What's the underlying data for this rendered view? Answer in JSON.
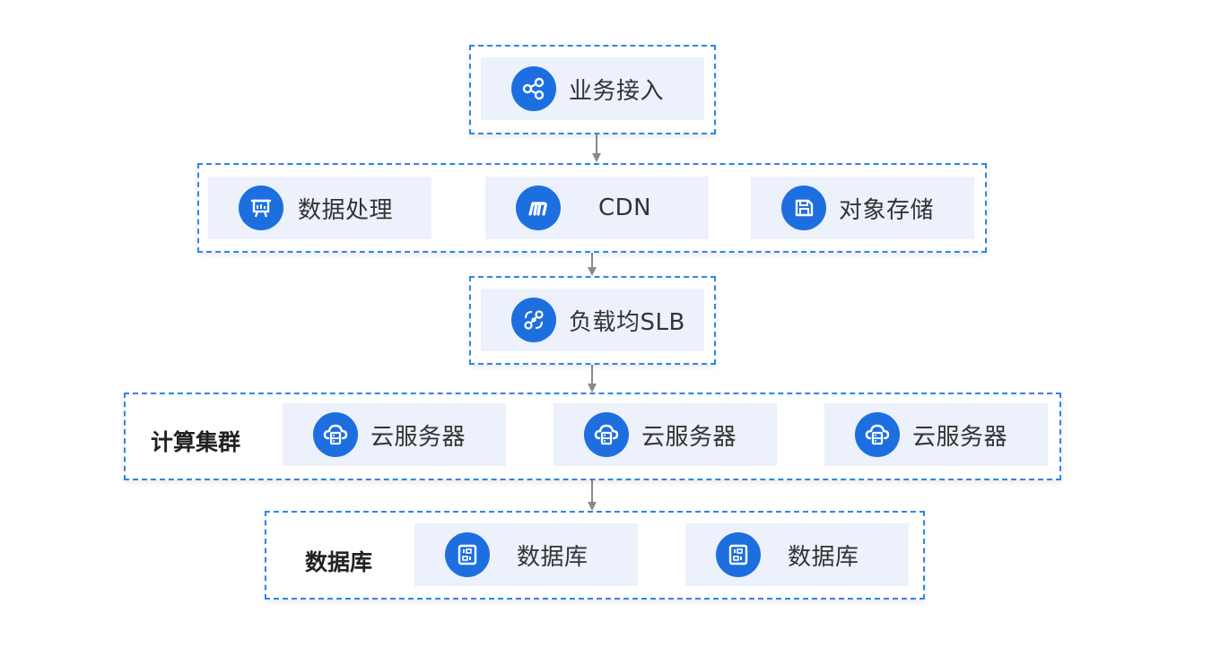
{
  "colors": {
    "accent": "#1d6fe0",
    "dashed_border": "#2f86e6",
    "node_background": "#ecf1fc",
    "connector": "#8a8a8a"
  },
  "nodes": {
    "access": {
      "label": "业务接入",
      "icon": "share-icon"
    },
    "data_processing": {
      "label": "数据处理",
      "icon": "presentation-board-icon"
    },
    "cdn": {
      "label": "CDN",
      "icon": "cdn-logo-icon"
    },
    "object_storage": {
      "label": "对象存储",
      "icon": "floppy-disk-icon"
    },
    "slb": {
      "label": "负载均SLB",
      "icon": "link-nodes-icon"
    },
    "cloud_servers": [
      {
        "label": "云服务器",
        "icon": "cloud-server-icon"
      },
      {
        "label": "云服务器",
        "icon": "cloud-server-icon"
      },
      {
        "label": "云服务器",
        "icon": "cloud-server-icon"
      }
    ],
    "databases": [
      {
        "label": "数据库",
        "icon": "database-chip-icon"
      },
      {
        "label": "数据库",
        "icon": "database-chip-icon"
      }
    ]
  },
  "groups": {
    "compute_cluster": {
      "label": "计算集群"
    },
    "database": {
      "label": "数据库"
    }
  }
}
